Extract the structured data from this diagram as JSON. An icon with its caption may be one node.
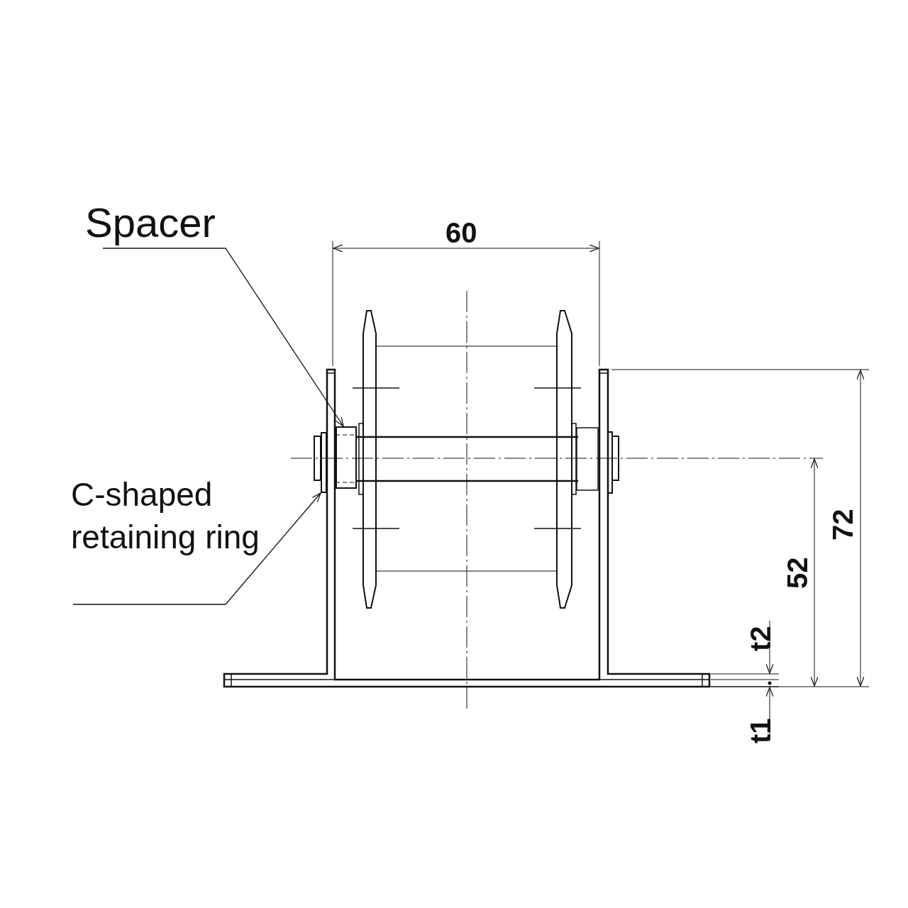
{
  "diagram": {
    "nodes": [
      {
        "text": [
          "Spacer"
        ]
      },
      {
        "text": [
          "C-shaped retaining ring"
        ]
      },
      {
        "text": [],
        "shape": "box"
      },
      {
        "text": [],
        "shape": "box"
      }
    ],
    "edges": [
      {
        "from": 0,
        "to": 3,
        "arrow": "to"
      },
      {
        "from": 1,
        "to": 2,
        "arrow": "to"
      }
    ],
    "labels": [
      "60",
      "72",
      "52",
      "t2",
      "t1"
    ]
  }
}
